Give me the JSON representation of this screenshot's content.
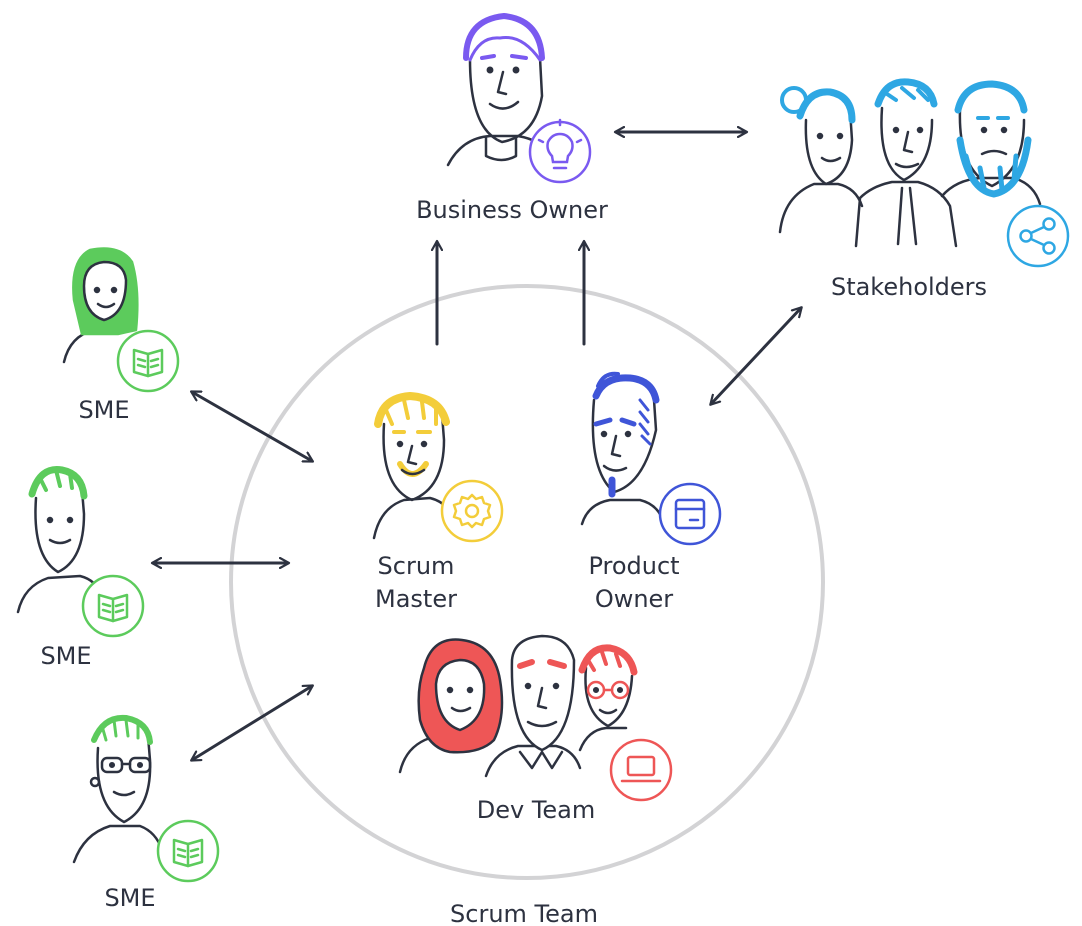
{
  "colors": {
    "ink": "#2d3240",
    "circle": "#d3d3d5",
    "purple": "#7a5af0",
    "blue": "#2ea7e3",
    "green": "#5ccb5c",
    "yellow": "#f3cd3a",
    "indigo": "#3f55d8",
    "red": "#ee5656"
  },
  "labels": {
    "business_owner": "Business Owner",
    "stakeholders": "Stakeholders",
    "sme_top": "SME",
    "sme_middle": "SME",
    "sme_bottom": "SME",
    "scrum_master_line1": "Scrum",
    "scrum_master_line2": "Master",
    "product_owner_line1": "Product",
    "product_owner_line2": "Owner",
    "dev_team": "Dev Team",
    "scrum_team": "Scrum Team"
  },
  "icons": {
    "business_owner": "lightbulb-icon",
    "stakeholders": "share-icon",
    "sme": "book-icon",
    "scrum_master": "gear-icon",
    "product_owner": "box-icon",
    "dev_team": "laptop-icon"
  }
}
